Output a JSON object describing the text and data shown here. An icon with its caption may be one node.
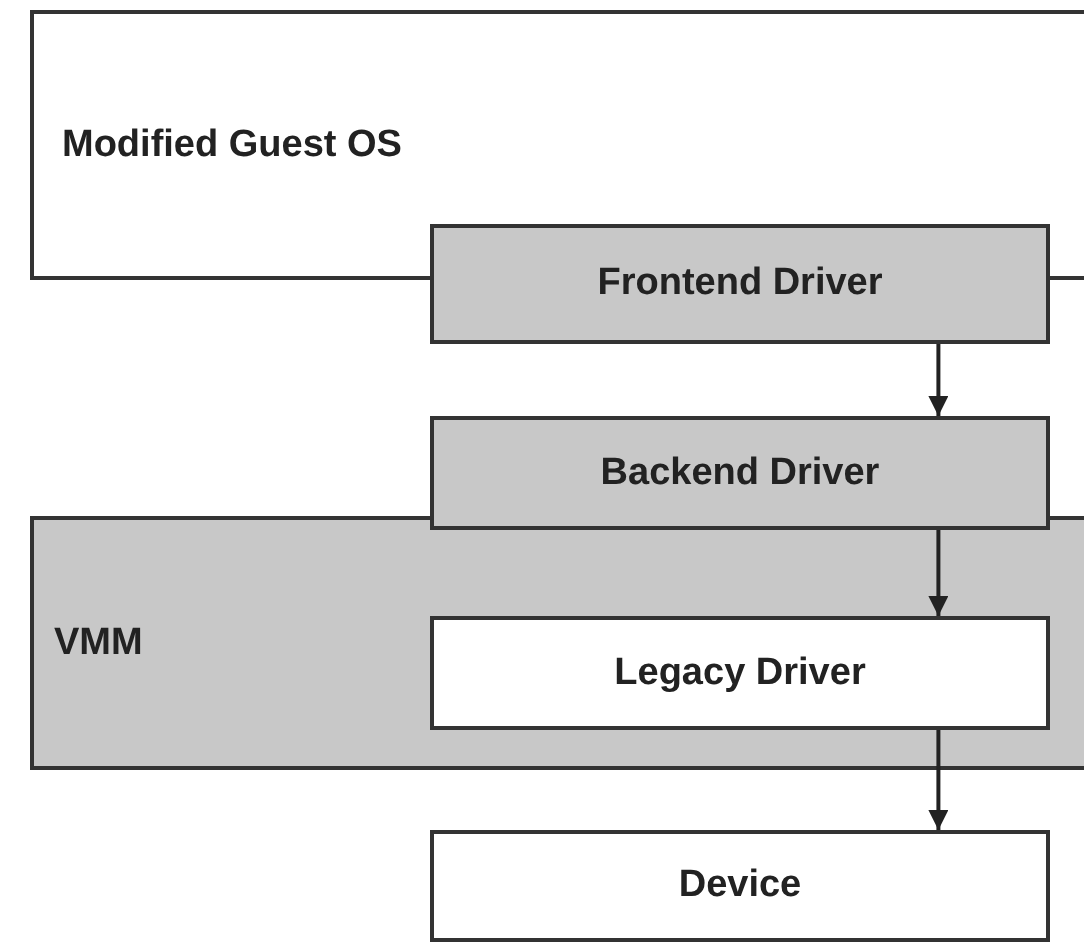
{
  "diagram": {
    "nodes": [
      {
        "text": [
          "Modified Guest OS"
        ]
      },
      {
        "text": [
          "Frontend Driver"
        ]
      },
      {
        "text": [
          "Backend Driver"
        ]
      },
      {
        "text": [
          "VMM"
        ]
      },
      {
        "text": [
          "Legacy Driver"
        ],
        "in": 3
      },
      {
        "text": [
          "Device"
        ]
      }
    ],
    "edges": [
      {
        "from": 1,
        "to": 2,
        "arrow": "to"
      },
      {
        "from": 2,
        "to": 4,
        "arrow": "to"
      },
      {
        "from": 4,
        "to": 5,
        "arrow": "to"
      }
    ]
  }
}
